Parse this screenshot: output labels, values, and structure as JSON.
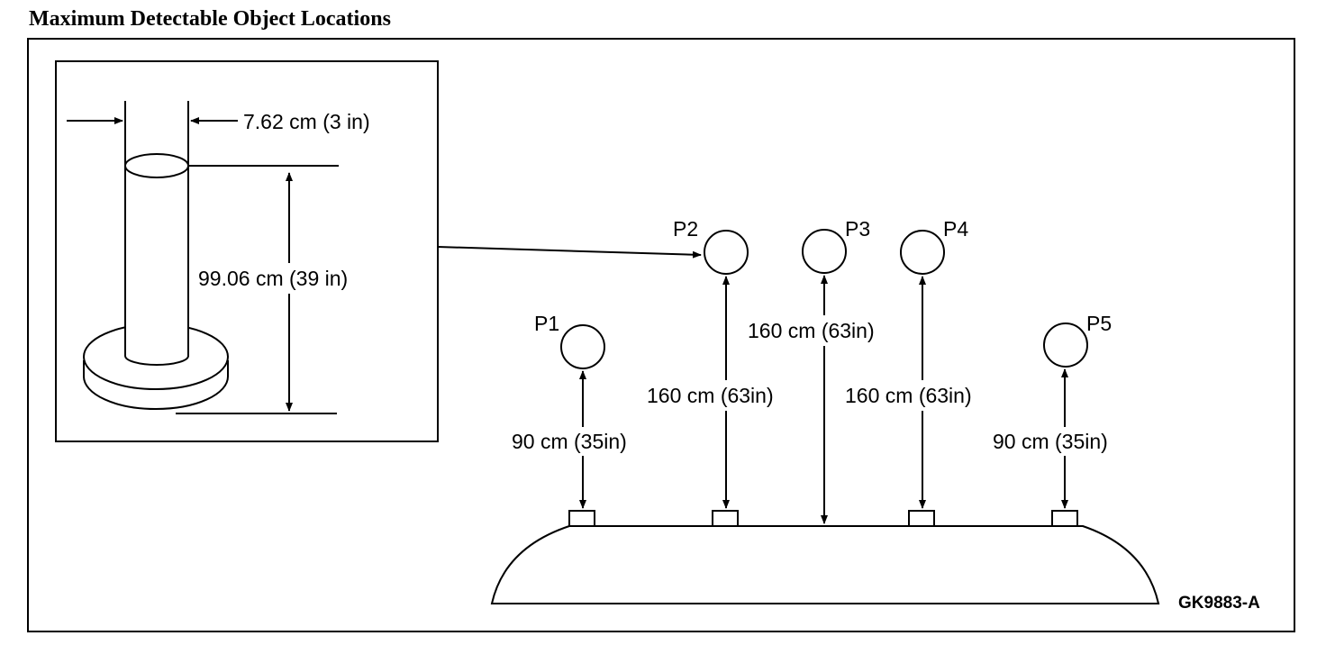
{
  "title": "Maximum Detectable Object Locations",
  "inset": {
    "diameter_label": "7.62 cm (3 in)",
    "height_label": "99.06 cm (39 in)"
  },
  "positions": [
    {
      "label": "P1",
      "distance": "90 cm (35in)"
    },
    {
      "label": "P2",
      "distance": "160 cm (63in)"
    },
    {
      "label": "P3",
      "distance": "160 cm (63in)"
    },
    {
      "label": "P4",
      "distance": "160 cm (63in)"
    },
    {
      "label": "P5",
      "distance": "90 cm (35in)"
    }
  ],
  "figure_code": "GK9883-A"
}
